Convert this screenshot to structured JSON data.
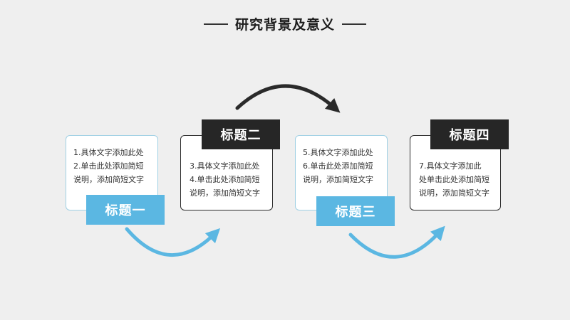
{
  "title": "研究背景及意义",
  "steps": [
    {
      "label": "标题一",
      "lines": [
        "1.具体文字添加此处",
        "2.单击此处添加简短",
        "说明，添加简短文字"
      ]
    },
    {
      "label": "标题二",
      "lines": [
        "3.具体文字添加此处",
        "4.单击此处添加简短",
        "说明，添加简短文字"
      ]
    },
    {
      "label": "标题三",
      "lines": [
        "5.具体文字添加此处",
        "6.单击此处添加简短",
        "说明，添加简短文字"
      ]
    },
    {
      "label": "标题四",
      "lines": [
        "7.具体文字添加此",
        "处单击此处添加简短",
        "说明，添加简短文字"
      ]
    }
  ],
  "colors": {
    "blue": "#5bb7e2",
    "dark": "#262626",
    "arrow_blue": "#5bb7e2",
    "arrow_dark": "#2a2a2a"
  }
}
